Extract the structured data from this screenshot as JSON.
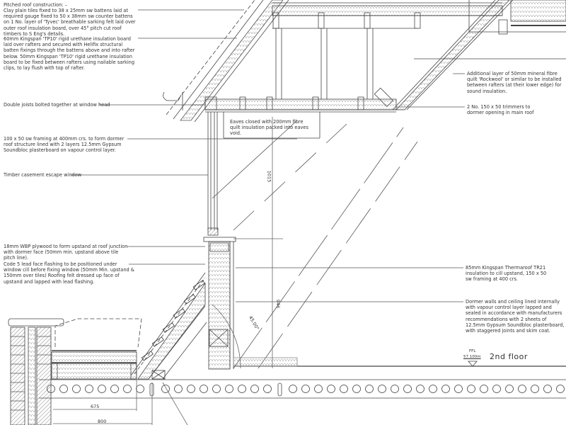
{
  "notes_left": {
    "roof_title": "Pitched roof construction: –",
    "roof_tiles": "Clay plain tiles fixed to 38 x 25mm sw battens laid at required gauge fixed to 50 x 38mm sw counter battens on 1 No. layer of 'Tyvec' breathable sarking felt laid over outer roof insulation board, over 45° pitch cut roof timbers to S Eng's details.",
    "insulation_board": "60mm Kingspan 'TP10' rigid urethane insulation board laid over rafters and secured with Helifix structural batten fixings through the battens above and into rafter below. 50mm Kingspan 'TP10' rigid urethane insulation board to be fixed between rafters using nailable sarking clips, to lay flush with top of rafter.",
    "double_joists": "Double joists bolted together at window head",
    "framing": "100 x 50 sw framing at 400mm crs. to form dormer roof structure lined with 2 layers 12.5mm Gypsum Soundbloc plasterboard on vapour control layer.",
    "window": "Timber casement escape window",
    "plywood": "18mm WBP plywood to form upstand at roof  junction with dormer face (50mm min. upstand above tile pitch line).",
    "lead_flashing": "Code 5 lead face flashing to be positioned under window cill before fixing window (50mm Min. upstand & 150mm over tiles) Roofing felt dressed up face of upstand and lapped with lead flashing."
  },
  "notes_right": {
    "mineral_fibre": "Additional layer of 50mm mineral fibre quilt 'Rockwool' or similar to be installed between rafters (at their lower edge) for sound insulation.",
    "trimmers": "2 No. 150 x 50 trimmers to dormer opening in main roof",
    "thermaroof": "85mm Kingspan Thermaroof TR21 insulation to cill upstand, 150 x 50 sw framing at 400 crs.",
    "dormer_walls": "Dormer walls and ceiling lined internally with vapour control layer lapped and sealed in accordance with manufacturers recommendations with 2 sheets of 12.5mm Gypsum Soundbloc plasterboard, with staggered joints and skim coat."
  },
  "notes_center": {
    "eaves": "Eaves closed with 200mm fibre quilt insulation packed into eaves void."
  },
  "dimensions": {
    "window_height": "1015",
    "cill_height": "946",
    "angle": "45.00°",
    "d675": "675",
    "d800": "800"
  },
  "level": {
    "ffl_label": "FFL",
    "ffl_value": "57.100m",
    "floor_name": "2nd floor"
  }
}
